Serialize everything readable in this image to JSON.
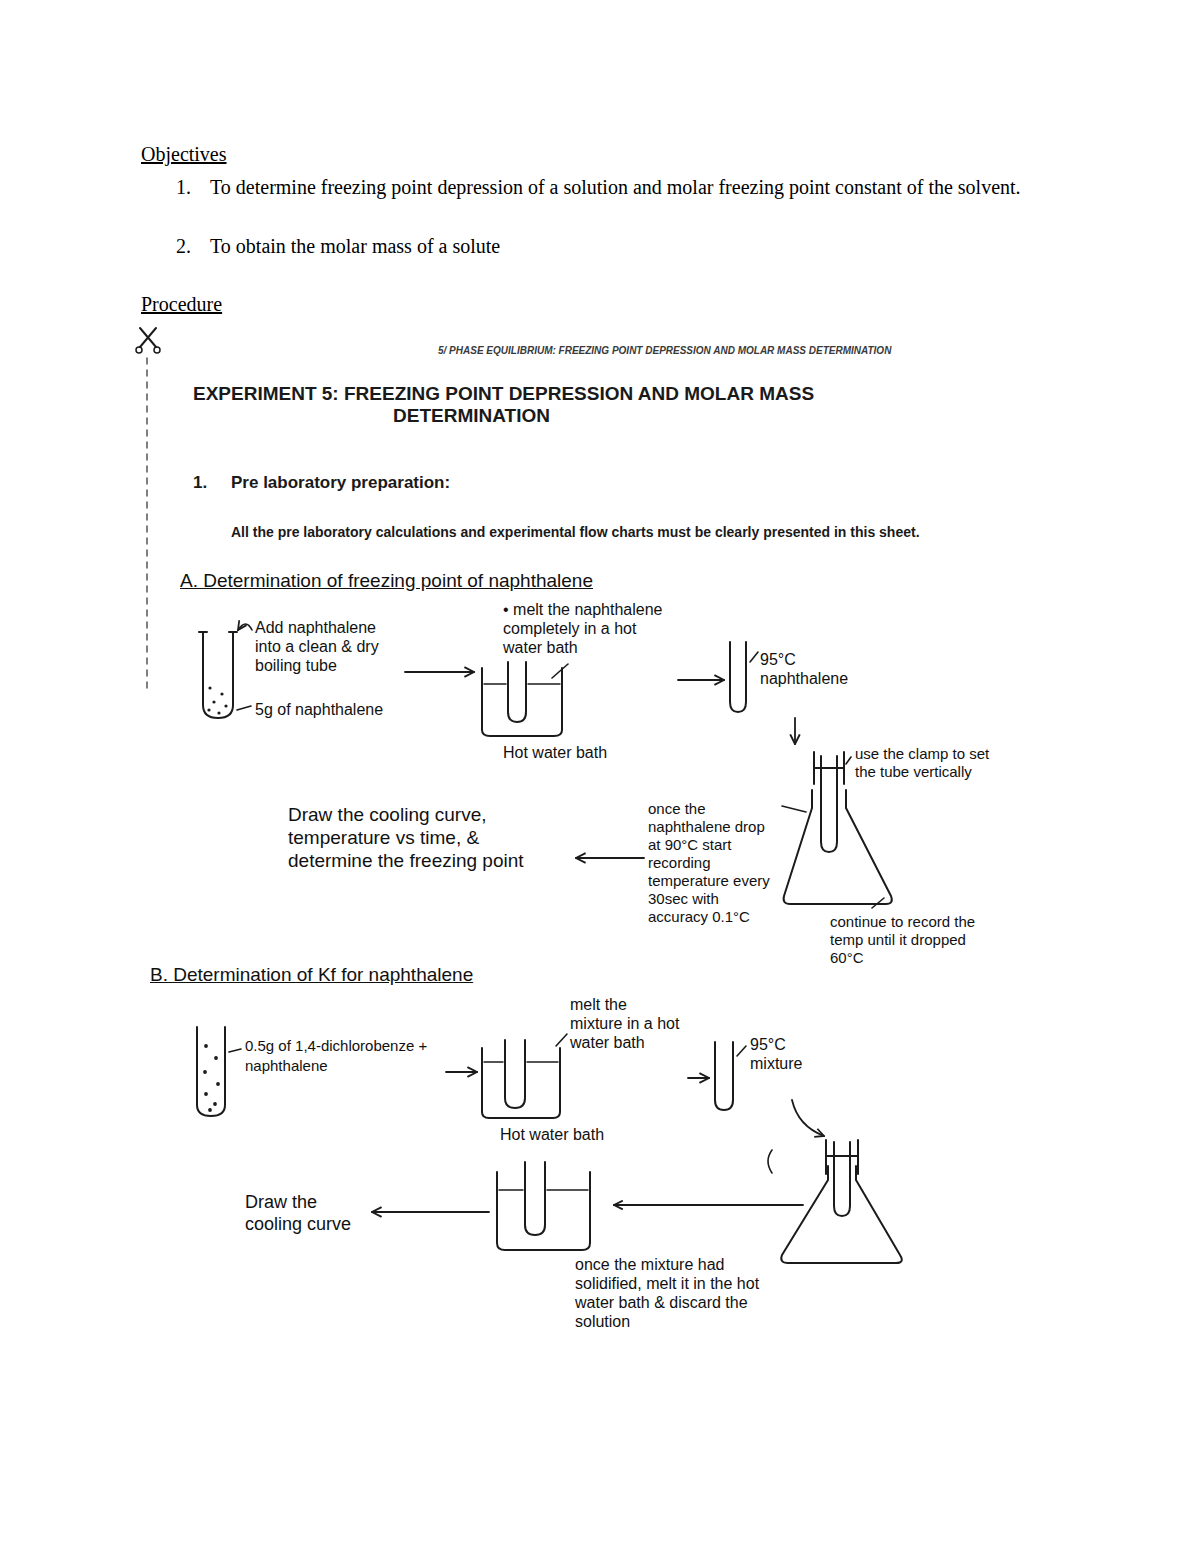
{
  "diagram": {
    "title": "EXPERIMENT 5: FREEZING POINT DEPRESSION AND MOLAR MASS DETERMINATION",
    "nodes": [
      {
        "text": [
          "Add naphthalene into a clean & dry boiling tube",
          "5g of naphthalene"
        ]
      },
      {
        "text": [
          "• melt the naphthalene completely in a hot water bath",
          "Hot water bath"
        ]
      },
      {
        "text": [
          "95°C naphthalene"
        ]
      },
      {
        "text": [
          "use the clamp to set the tube vertically",
          "once the naphthalene drop at 90°C start recording temperature every 30sec with accuracy 0.1°C",
          "continue to record the temp until it dropped 60°C"
        ]
      },
      {
        "text": [
          "Draw the cooling curve, temperature vs time, & determine the freezing point"
        ]
      },
      {
        "text": [
          "0.5g of 1,4-dichlorobenze + naphthalene"
        ]
      },
      {
        "text": [
          "melt the mixture in a hot water bath",
          "Hot water bath"
        ]
      },
      {
        "text": [
          "95°C mixture"
        ]
      },
      {
        "text": [
          "once the mixture had solidified, melt it in the hot water bath & discard the solution"
        ]
      },
      {
        "text": [
          "Draw the cooling curve"
        ]
      }
    ],
    "edges": [
      {
        "from": 0,
        "to": 1,
        "arrow": "to"
      },
      {
        "from": 1,
        "to": 2,
        "arrow": "to"
      },
      {
        "from": 2,
        "to": 3,
        "arrow": "to"
      },
      {
        "from": 3,
        "to": 4,
        "arrow": "to"
      },
      {
        "from": 5,
        "to": 6,
        "arrow": "to"
      },
      {
        "from": 6,
        "to": 7,
        "arrow": "to"
      },
      {
        "from": 8,
        "to": 9,
        "arrow": "to"
      }
    ],
    "labels": [
      "Objectives",
      "1.",
      "To determine freezing point depression of a solution and molar freezing point constant of the solvent.",
      "2.",
      "To obtain the molar mass of a solute",
      "Procedure",
      "5/ PHASE EQUILIBRIUM: FREEZING POINT DEPRESSION AND MOLAR MASS DETERMINATION",
      "1.",
      "Pre laboratory preparation:",
      "All the pre laboratory calculations and experimental flow charts must be clearly presented in this sheet.",
      "A. Determination of freezing point of naphthalene",
      "B. Determination of Kf for naphthalene"
    ]
  }
}
